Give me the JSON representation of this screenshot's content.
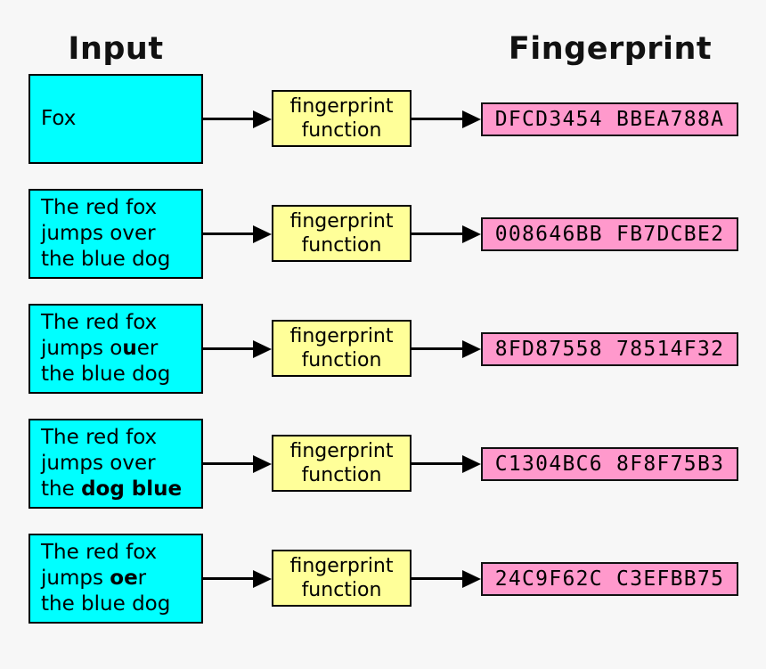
{
  "titles": {
    "input": "Input",
    "fingerprint": "Fingerprint"
  },
  "function_box": {
    "line1": "fingerprint",
    "line2": "function"
  },
  "colors": {
    "background": "#f7f7f7",
    "input_fill": "#00ffff",
    "function_fill": "#ffff99",
    "fingerprint_fill": "#ff99cc",
    "border": "#000000",
    "arrow": "#000000",
    "text": "#000000"
  },
  "rows": [
    {
      "input_lines": [
        {
          "pre": "Fox",
          "bold": "",
          "post": ""
        }
      ],
      "fingerprint": "DFCD3454 BBEA788A"
    },
    {
      "input_lines": [
        {
          "pre": "The red fox",
          "bold": "",
          "post": ""
        },
        {
          "pre": "jumps over",
          "bold": "",
          "post": ""
        },
        {
          "pre": "the blue dog",
          "bold": "",
          "post": ""
        }
      ],
      "fingerprint": "008646BB FB7DCBE2"
    },
    {
      "input_lines": [
        {
          "pre": "The red fox",
          "bold": "",
          "post": ""
        },
        {
          "pre": "jumps o",
          "bold": "u",
          "post": "er"
        },
        {
          "pre": "the blue dog",
          "bold": "",
          "post": ""
        }
      ],
      "fingerprint": "8FD87558 78514F32"
    },
    {
      "input_lines": [
        {
          "pre": "The red fox",
          "bold": "",
          "post": ""
        },
        {
          "pre": "jumps over",
          "bold": "",
          "post": ""
        },
        {
          "pre": "the ",
          "bold": "dog blue",
          "post": ""
        }
      ],
      "fingerprint": "C1304BC6 8F8F75B3"
    },
    {
      "input_lines": [
        {
          "pre": "The red fox",
          "bold": "",
          "post": ""
        },
        {
          "pre": "jumps ",
          "bold": "oe",
          "post": "r"
        },
        {
          "pre": "the blue dog",
          "bold": "",
          "post": ""
        }
      ],
      "fingerprint": "24C9F62C C3EFBB75"
    }
  ]
}
